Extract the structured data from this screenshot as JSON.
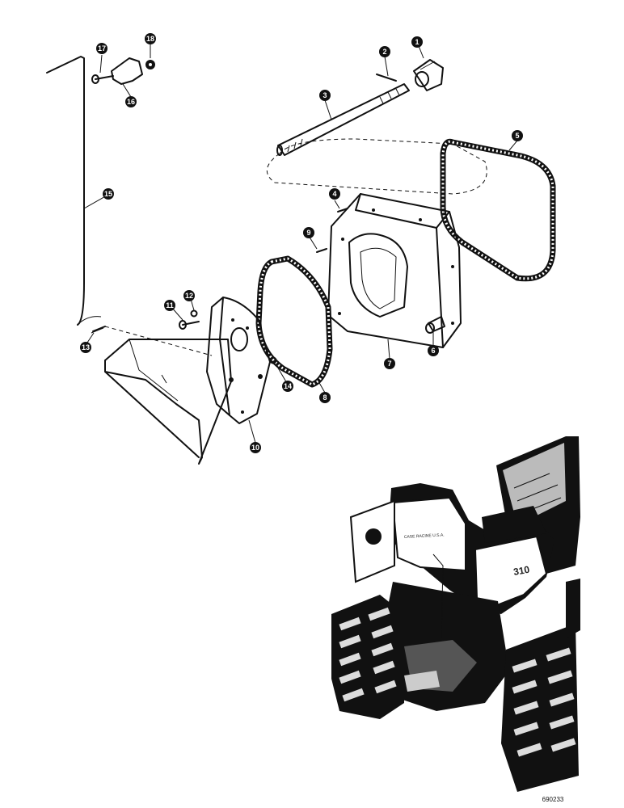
{
  "callouts": [
    {
      "id": "1",
      "label": "1"
    },
    {
      "id": "2",
      "label": "2"
    },
    {
      "id": "3",
      "label": "3"
    },
    {
      "id": "4",
      "label": "4"
    },
    {
      "id": "5",
      "label": "5"
    },
    {
      "id": "6",
      "label": "6"
    },
    {
      "id": "7",
      "label": "7"
    },
    {
      "id": "8",
      "label": "8"
    },
    {
      "id": "9",
      "label": "9"
    },
    {
      "id": "10",
      "label": "10"
    },
    {
      "id": "11",
      "label": "11"
    },
    {
      "id": "12",
      "label": "12"
    },
    {
      "id": "13",
      "label": "13"
    },
    {
      "id": "14",
      "label": "14"
    },
    {
      "id": "15",
      "label": "15"
    },
    {
      "id": "16",
      "label": "16"
    },
    {
      "id": "17",
      "label": "17"
    },
    {
      "id": "18",
      "label": "18"
    }
  ],
  "tractor": {
    "decal_text": "CASE  RACINE  U.S.A.",
    "model_badge": "310"
  },
  "figure_code": "690233"
}
